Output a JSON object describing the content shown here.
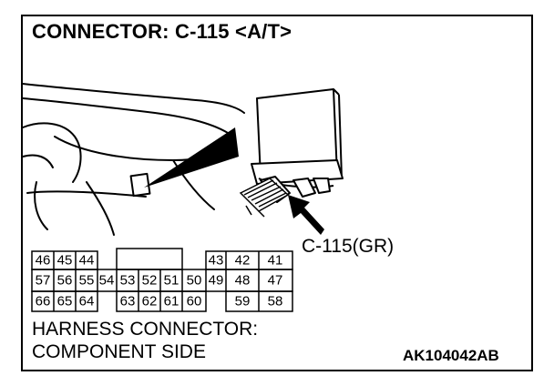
{
  "title": "CONNECTOR: C-115 <A/T>",
  "callout_label": "C-115(GR)",
  "caption_line1": "HARNESS CONNECTOR:",
  "caption_line2": "COMPONENT SIDE",
  "figure_id": "AK104042AB",
  "connector_pins": {
    "row1_left": [
      "46",
      "45",
      "44"
    ],
    "row1_right": [
      "43",
      "42",
      "41"
    ],
    "row2": [
      "57",
      "56",
      "55",
      "54",
      "53",
      "52",
      "51",
      "50",
      "49",
      "48",
      "47"
    ],
    "row3_left": [
      "66",
      "65",
      "64"
    ],
    "row3_mid": [
      "63",
      "62",
      "61",
      "60"
    ],
    "row3_right": [
      "59",
      "58"
    ]
  }
}
